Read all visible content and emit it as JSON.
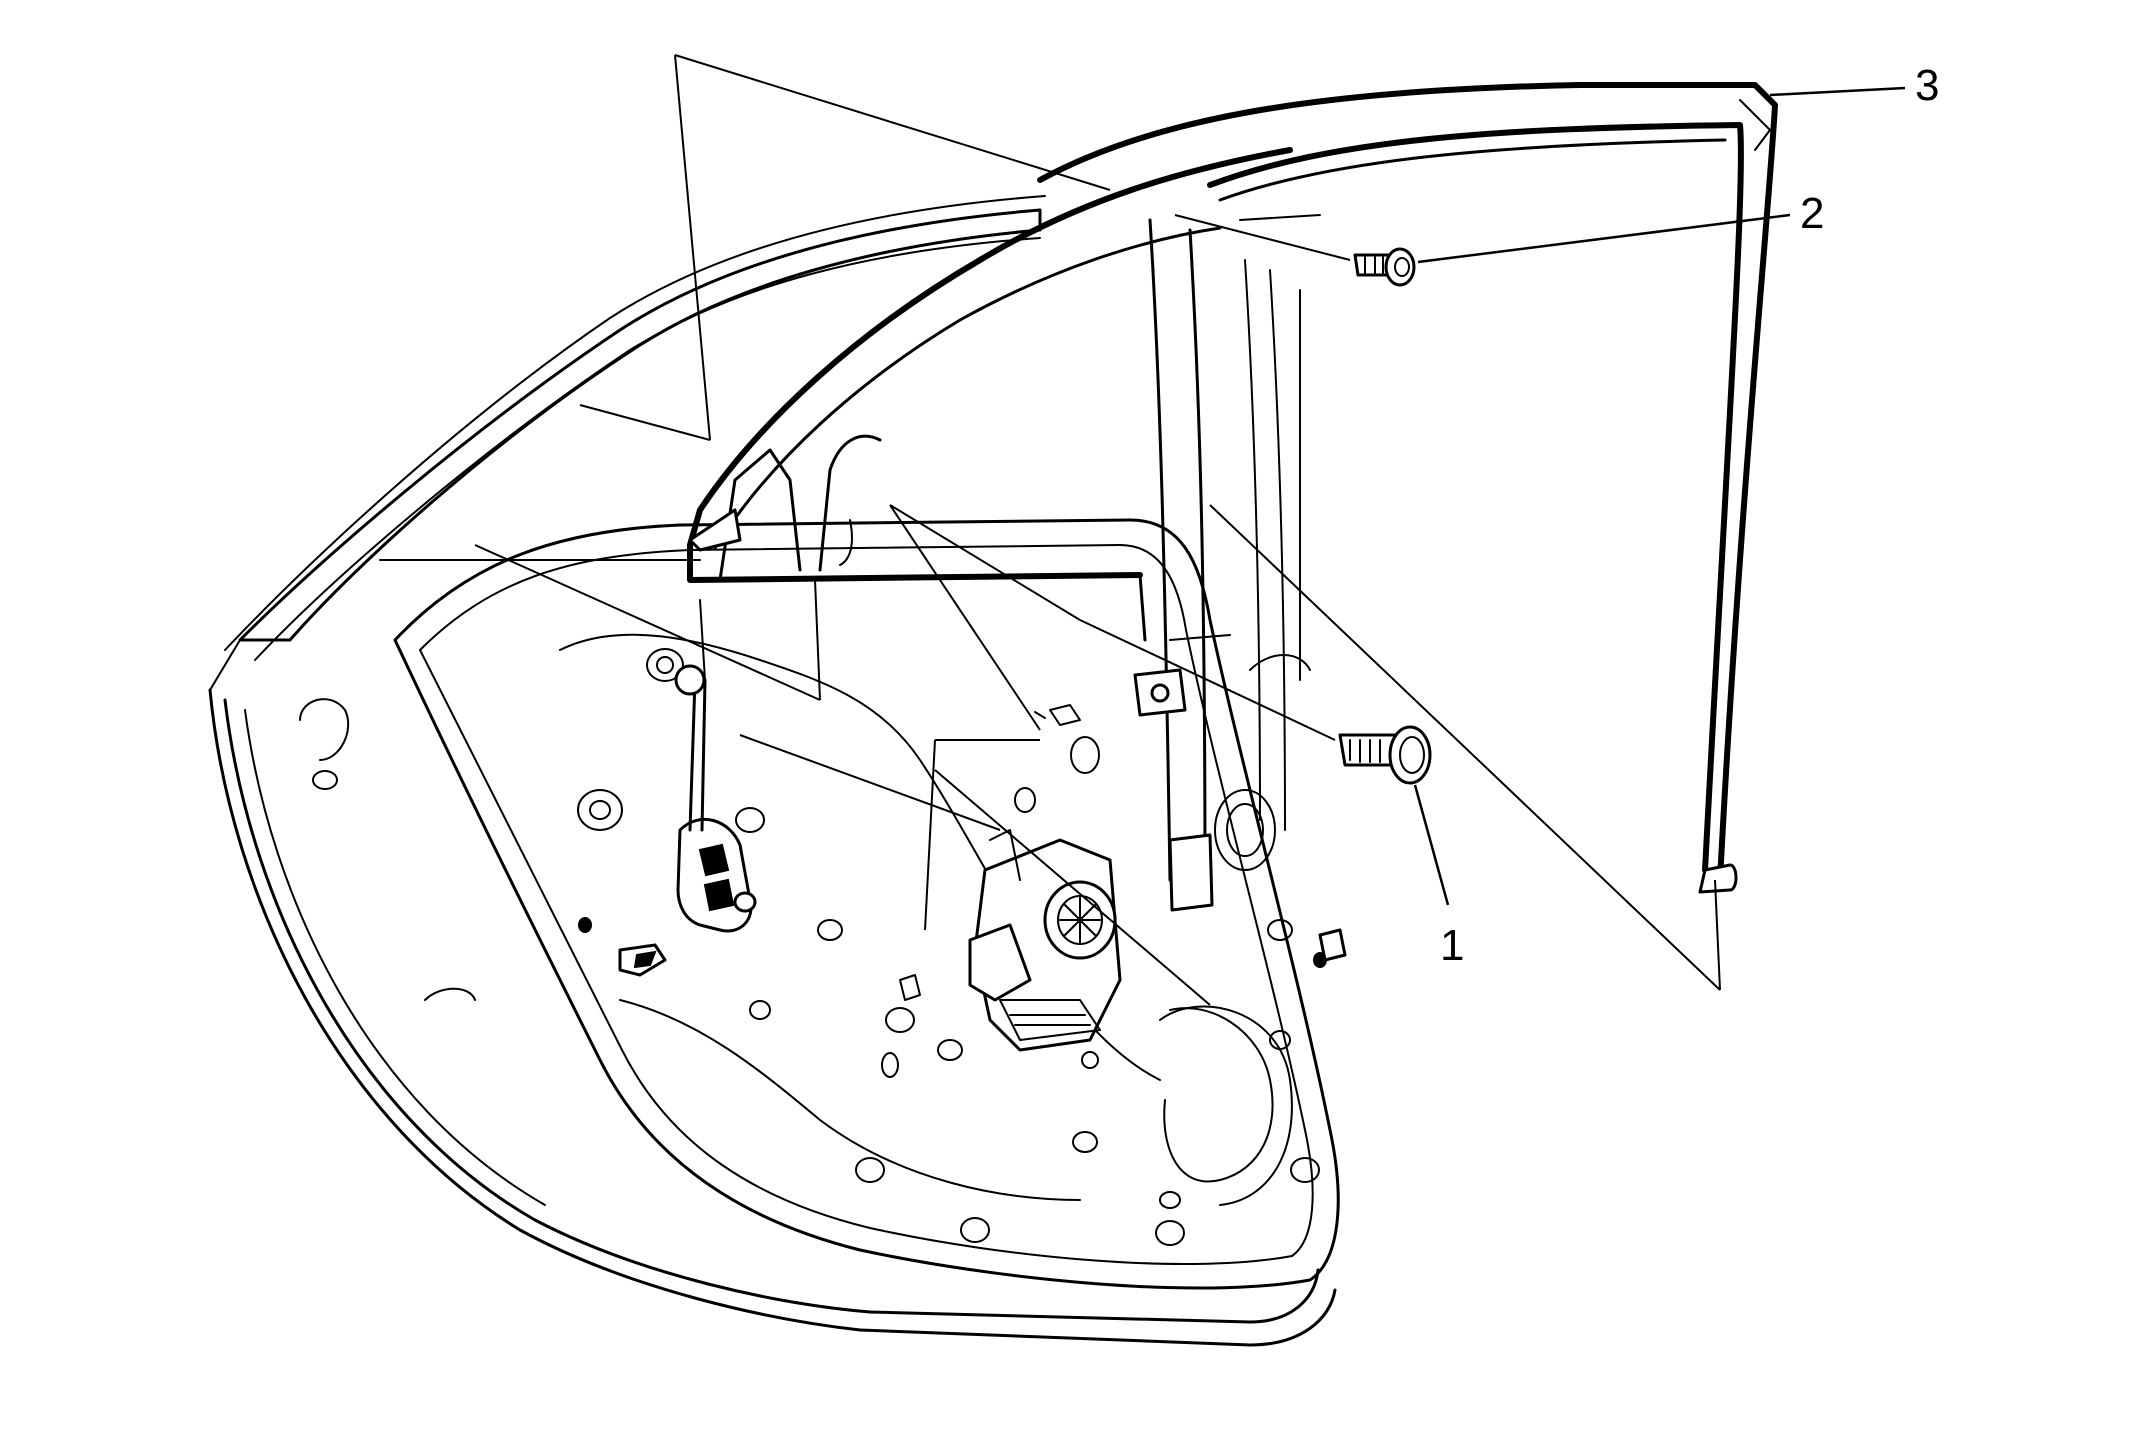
{
  "diagram": {
    "callouts": [
      {
        "id": "1",
        "label": "1"
      },
      {
        "id": "2",
        "label": "2"
      },
      {
        "id": "3",
        "label": "3"
      }
    ],
    "parts": [
      "door-panel",
      "door-frame",
      "window-channel",
      "bolt-1",
      "screw-2",
      "window-run-channel-3"
    ]
  }
}
